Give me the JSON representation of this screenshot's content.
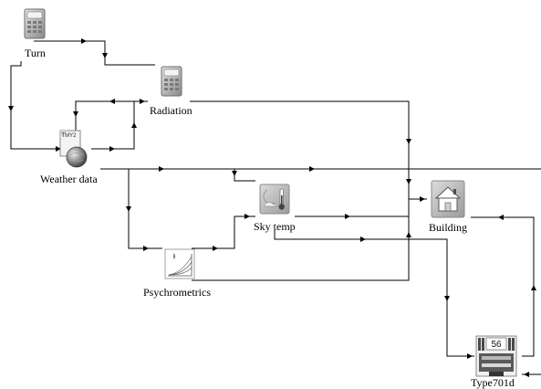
{
  "components": {
    "turn": {
      "label": "Turn",
      "icon": "calculator-icon"
    },
    "radiation": {
      "label": "Radiation",
      "icon": "calculator-icon"
    },
    "weather": {
      "label": "Weather data",
      "icon": "weather-reader-icon",
      "badge": "TMY2"
    },
    "skytemp": {
      "label": "Sky temp",
      "icon": "sky-temperature-icon"
    },
    "psychro": {
      "label": "Psychrometrics",
      "icon": "psychrometric-chart-icon"
    },
    "building": {
      "label": "Building",
      "icon": "building-house-icon"
    },
    "type701d": {
      "label": "Type701d",
      "icon": "type701d-unit-icon",
      "badge": "56"
    }
  },
  "colors": {
    "line": "#000000",
    "icon_grey": "#a8a8a8",
    "background": "#ffffff"
  }
}
